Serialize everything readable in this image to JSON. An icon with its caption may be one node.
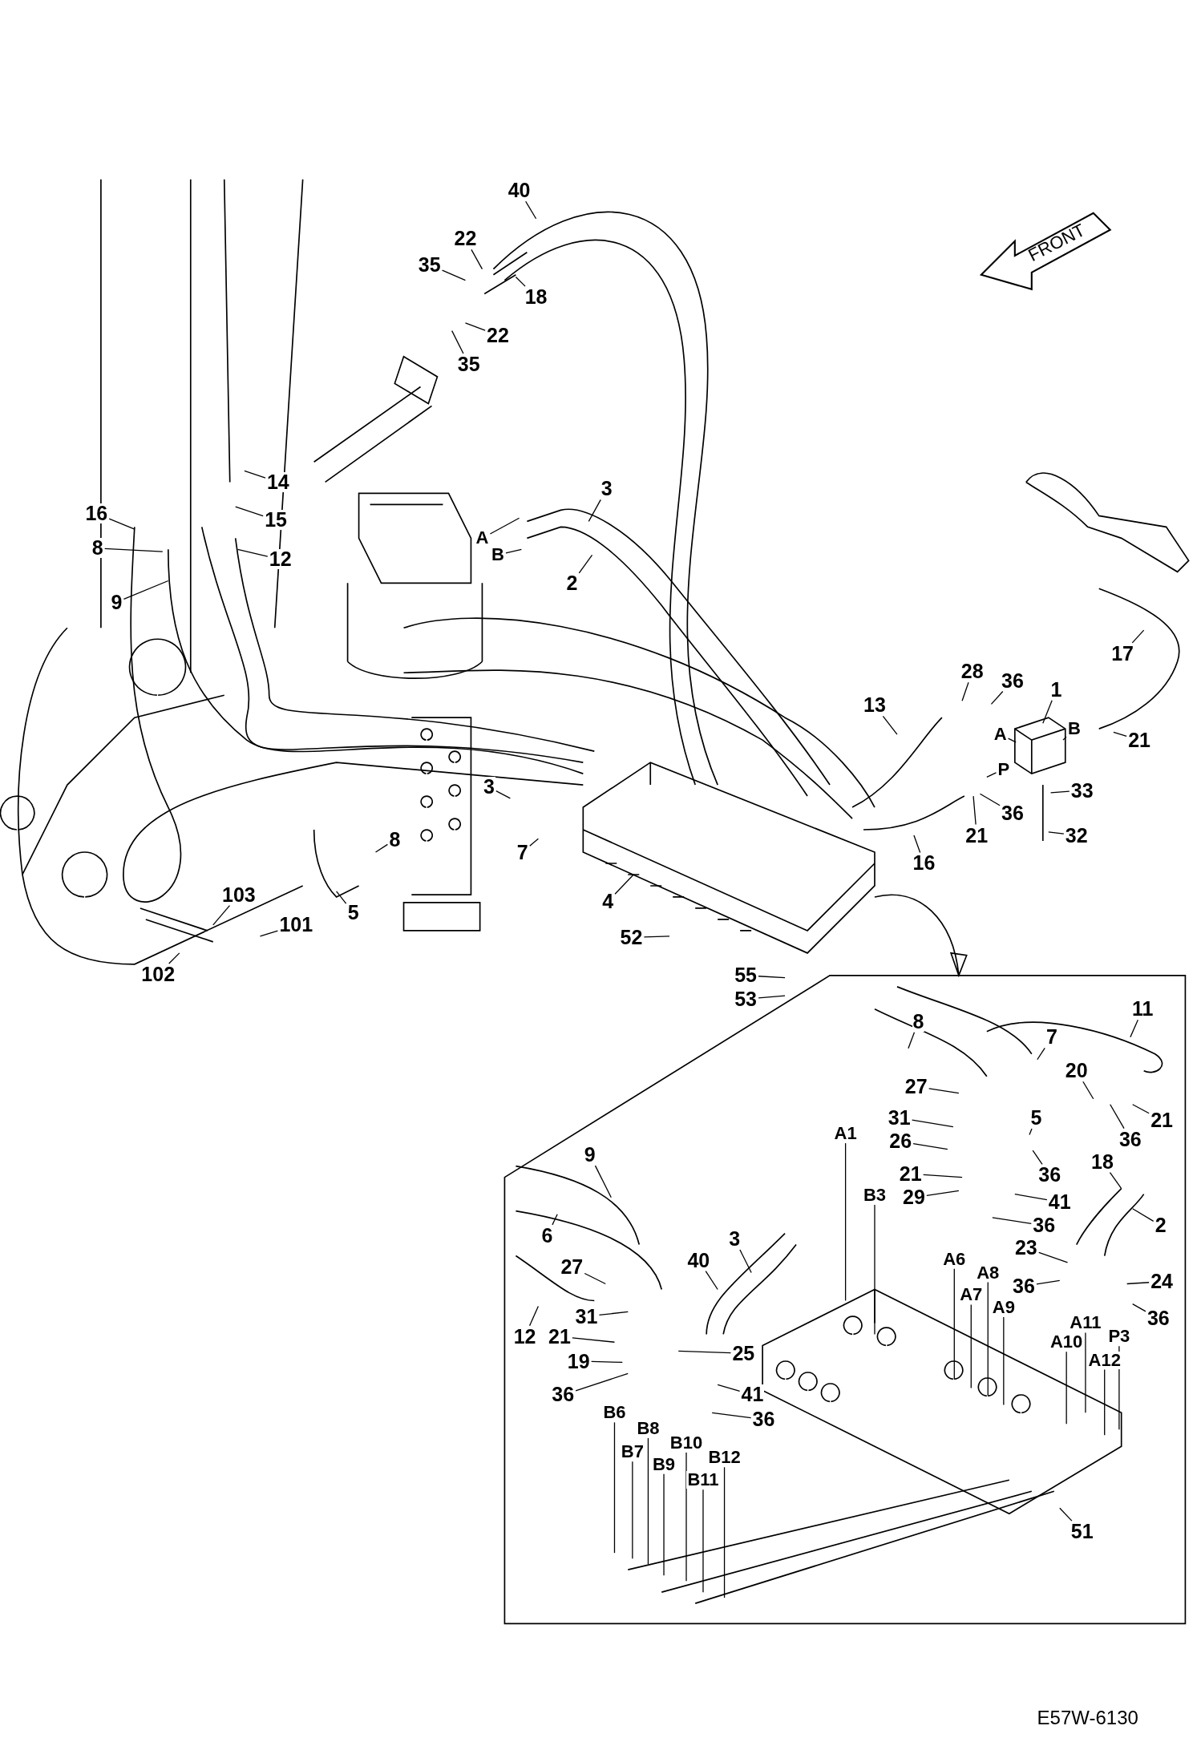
{
  "diagram": {
    "nodes": [
      {
        "text": [
          "40"
        ]
      },
      {
        "text": [
          "22"
        ]
      },
      {
        "text": [
          "35"
        ]
      },
      {
        "text": [
          "18"
        ]
      },
      {
        "text": [
          "22"
        ]
      },
      {
        "text": [
          "35"
        ]
      },
      {
        "text": [
          "14"
        ]
      },
      {
        "text": [
          "3"
        ]
      },
      {
        "text": [
          "16"
        ]
      },
      {
        "text": [
          "15"
        ]
      },
      {
        "text": [
          "A"
        ]
      },
      {
        "text": [
          "8"
        ]
      },
      {
        "text": [
          "12"
        ]
      },
      {
        "text": [
          "B"
        ]
      },
      {
        "text": [
          "2"
        ]
      },
      {
        "text": [
          "9"
        ]
      },
      {
        "text": [
          "17"
        ]
      },
      {
        "text": [
          "28"
        ]
      },
      {
        "text": [
          "36"
        ]
      },
      {
        "text": [
          "1"
        ]
      },
      {
        "text": [
          "13"
        ]
      },
      {
        "text": [
          "A"
        ]
      },
      {
        "text": [
          "B"
        ]
      },
      {
        "text": [
          "21"
        ]
      },
      {
        "text": [
          "P"
        ]
      },
      {
        "text": [
          "33"
        ]
      },
      {
        "text": [
          "3"
        ]
      },
      {
        "text": [
          "36"
        ]
      },
      {
        "text": [
          "21"
        ]
      },
      {
        "text": [
          "32"
        ]
      },
      {
        "text": [
          "8"
        ]
      },
      {
        "text": [
          "7"
        ]
      },
      {
        "text": [
          "16"
        ]
      },
      {
        "text": [
          "4"
        ]
      },
      {
        "text": [
          "103"
        ]
      },
      {
        "text": [
          "5"
        ]
      },
      {
        "text": [
          "101"
        ]
      },
      {
        "text": [
          "52"
        ]
      },
      {
        "text": [
          "102"
        ]
      },
      {
        "text": [
          "55"
        ]
      },
      {
        "text": [
          "53"
        ]
      },
      {
        "text": [
          "11"
        ]
      },
      {
        "text": [
          "8"
        ]
      },
      {
        "text": [
          "7"
        ]
      },
      {
        "text": [
          "20"
        ]
      },
      {
        "text": [
          "27"
        ]
      },
      {
        "text": [
          "31"
        ]
      },
      {
        "text": [
          "5"
        ]
      },
      {
        "text": [
          "21"
        ]
      },
      {
        "text": [
          "A1"
        ]
      },
      {
        "text": [
          "26"
        ]
      },
      {
        "text": [
          "36"
        ]
      },
      {
        "text": [
          "21"
        ]
      },
      {
        "text": [
          "36"
        ]
      },
      {
        "text": [
          "9"
        ]
      },
      {
        "text": [
          "18"
        ]
      },
      {
        "text": [
          "29"
        ]
      },
      {
        "text": [
          "41"
        ]
      },
      {
        "text": [
          "B3"
        ]
      },
      {
        "text": [
          "2"
        ]
      },
      {
        "text": [
          "36"
        ]
      },
      {
        "text": [
          "6"
        ]
      },
      {
        "text": [
          "3"
        ]
      },
      {
        "text": [
          "23"
        ]
      },
      {
        "text": [
          "A6"
        ]
      },
      {
        "text": [
          "40"
        ]
      },
      {
        "text": [
          "A8"
        ]
      },
      {
        "text": [
          "27"
        ]
      },
      {
        "text": [
          "36"
        ]
      },
      {
        "text": [
          "24"
        ]
      },
      {
        "text": [
          "A7"
        ]
      },
      {
        "text": [
          "A9"
        ]
      },
      {
        "text": [
          "A11"
        ]
      },
      {
        "text": [
          "36"
        ]
      },
      {
        "text": [
          "12"
        ]
      },
      {
        "text": [
          "21"
        ]
      },
      {
        "text": [
          "31"
        ]
      },
      {
        "text": [
          "P3"
        ]
      },
      {
        "text": [
          "A10"
        ]
      },
      {
        "text": [
          "25"
        ]
      },
      {
        "text": [
          "19"
        ]
      },
      {
        "text": [
          "A12"
        ]
      },
      {
        "text": [
          "36"
        ]
      },
      {
        "text": [
          "41"
        ]
      },
      {
        "text": [
          "B6"
        ]
      },
      {
        "text": [
          "36"
        ]
      },
      {
        "text": [
          "B8"
        ]
      },
      {
        "text": [
          "B10"
        ]
      },
      {
        "text": [
          "B7"
        ]
      },
      {
        "text": [
          "B12"
        ]
      },
      {
        "text": [
          "B9"
        ]
      },
      {
        "text": [
          "B11"
        ]
      },
      {
        "text": [
          "51"
        ]
      }
    ],
    "edges": [
      {
        "from": 0,
        "to": null,
        "arrow": "none"
      },
      {
        "from": 1,
        "to": null,
        "arrow": "none"
      },
      {
        "from": 2,
        "to": null,
        "arrow": "none"
      },
      {
        "from": 3,
        "to": null,
        "arrow": "none"
      },
      {
        "from": 4,
        "to": null,
        "arrow": "none"
      },
      {
        "from": 5,
        "to": null,
        "arrow": "none"
      },
      {
        "from": 6,
        "to": null,
        "arrow": "none"
      },
      {
        "from": 7,
        "to": null,
        "arrow": "none"
      },
      {
        "from": 8,
        "to": null,
        "arrow": "none"
      },
      {
        "from": 9,
        "to": null,
        "arrow": "none"
      },
      {
        "from": 10,
        "to": null,
        "arrow": "none"
      },
      {
        "from": 11,
        "to": null,
        "arrow": "none"
      },
      {
        "from": 12,
        "to": null,
        "arrow": "none"
      },
      {
        "from": 13,
        "to": null,
        "arrow": "none"
      },
      {
        "from": 14,
        "to": null,
        "arrow": "none"
      },
      {
        "from": 15,
        "to": null,
        "arrow": "none"
      },
      {
        "from": 16,
        "to": null,
        "arrow": "none"
      },
      {
        "from": 17,
        "to": null,
        "arrow": "none"
      },
      {
        "from": 18,
        "to": null,
        "arrow": "none"
      },
      {
        "from": 19,
        "to": null,
        "arrow": "none"
      },
      {
        "from": 20,
        "to": null,
        "arrow": "none"
      },
      {
        "from": 21,
        "to": null,
        "arrow": "none"
      },
      {
        "from": 22,
        "to": null,
        "arrow": "none"
      },
      {
        "from": 23,
        "to": null,
        "arrow": "none"
      },
      {
        "from": 24,
        "to": null,
        "arrow": "none"
      },
      {
        "from": 25,
        "to": null,
        "arrow": "none"
      },
      {
        "from": 26,
        "to": null,
        "arrow": "none"
      },
      {
        "from": 27,
        "to": null,
        "arrow": "none"
      },
      {
        "from": 28,
        "to": null,
        "arrow": "none"
      },
      {
        "from": 29,
        "to": null,
        "arrow": "none"
      },
      {
        "from": 30,
        "to": null,
        "arrow": "none"
      },
      {
        "from": 31,
        "to": null,
        "arrow": "none"
      },
      {
        "from": 32,
        "to": null,
        "arrow": "none"
      },
      {
        "from": 33,
        "to": null,
        "arrow": "none"
      },
      {
        "from": 34,
        "to": null,
        "arrow": "none"
      },
      {
        "from": 35,
        "to": null,
        "arrow": "none"
      },
      {
        "from": 36,
        "to": null,
        "arrow": "none"
      },
      {
        "from": 37,
        "to": null,
        "arrow": "none"
      },
      {
        "from": 38,
        "to": null,
        "arrow": "none"
      },
      {
        "from": 39,
        "to": null,
        "arrow": "none"
      },
      {
        "from": 40,
        "to": null,
        "arrow": "none"
      },
      {
        "from": 41,
        "to": null,
        "arrow": "none"
      },
      {
        "from": 42,
        "to": null,
        "arrow": "none"
      },
      {
        "from": 43,
        "to": null,
        "arrow": "none"
      },
      {
        "from": 44,
        "to": null,
        "arrow": "none"
      },
      {
        "from": 45,
        "to": null,
        "arrow": "none"
      },
      {
        "from": 46,
        "to": null,
        "arrow": "none"
      },
      {
        "from": 47,
        "to": null,
        "arrow": "none"
      },
      {
        "from": 48,
        "to": null,
        "arrow": "none"
      },
      {
        "from": 49,
        "to": null,
        "arrow": "none"
      },
      {
        "from": 50,
        "to": null,
        "arrow": "none"
      },
      {
        "from": 51,
        "to": null,
        "arrow": "none"
      },
      {
        "from": 52,
        "to": null,
        "arrow": "none"
      },
      {
        "from": 53,
        "to": null,
        "arrow": "none"
      },
      {
        "from": 54,
        "to": null,
        "arrow": "none"
      },
      {
        "from": 55,
        "to": null,
        "arrow": "none"
      },
      {
        "from": 56,
        "to": null,
        "arrow": "none"
      },
      {
        "from": 57,
        "to": null,
        "arrow": "none"
      },
      {
        "from": 58,
        "to": null,
        "arrow": "none"
      },
      {
        "from": 59,
        "to": null,
        "arrow": "none"
      },
      {
        "from": 60,
        "to": null,
        "arrow": "none"
      },
      {
        "from": 61,
        "to": null,
        "arrow": "none"
      },
      {
        "from": 62,
        "to": null,
        "arrow": "none"
      },
      {
        "from": 63,
        "to": null,
        "arrow": "none"
      },
      {
        "from": 64,
        "to": null,
        "arrow": "none"
      },
      {
        "from": 65,
        "to": null,
        "arrow": "none"
      },
      {
        "from": 66,
        "to": null,
        "arrow": "none"
      },
      {
        "from": 67,
        "to": null,
        "arrow": "none"
      },
      {
        "from": 68,
        "to": null,
        "arrow": "none"
      },
      {
        "from": 69,
        "to": null,
        "arrow": "none"
      },
      {
        "from": 70,
        "to": null,
        "arrow": "none"
      },
      {
        "from": 71,
        "to": null,
        "arrow": "none"
      },
      {
        "from": 72,
        "to": null,
        "arrow": "none"
      },
      {
        "from": 73,
        "to": null,
        "arrow": "none"
      },
      {
        "from": 74,
        "to": null,
        "arrow": "none"
      },
      {
        "from": 75,
        "to": null,
        "arrow": "none"
      },
      {
        "from": 76,
        "to": null,
        "arrow": "none"
      },
      {
        "from": 77,
        "to": null,
        "arrow": "none"
      },
      {
        "from": 78,
        "to": null,
        "arrow": "none"
      },
      {
        "from": 79,
        "to": null,
        "arrow": "none"
      },
      {
        "from": 80,
        "to": null,
        "arrow": "none"
      },
      {
        "from": 81,
        "to": null,
        "arrow": "none"
      },
      {
        "from": 82,
        "to": null,
        "arrow": "none"
      },
      {
        "from": 83,
        "to": null,
        "arrow": "none"
      },
      {
        "from": 84,
        "to": null,
        "arrow": "none"
      },
      {
        "from": 85,
        "to": null,
        "arrow": "none"
      },
      {
        "from": 86,
        "to": null,
        "arrow": "none"
      },
      {
        "from": 87,
        "to": null,
        "arrow": "none"
      },
      {
        "from": 88,
        "to": null,
        "arrow": "none"
      },
      {
        "from": 89,
        "to": null,
        "arrow": "none"
      },
      {
        "from": 90,
        "to": null,
        "arrow": "none"
      },
      {
        "from": 91,
        "to": null,
        "arrow": "none"
      },
      {
        "from": 92,
        "to": null,
        "arrow": "none"
      }
    ],
    "labels": [
      "FRONT",
      "E57W-6130"
    ]
  }
}
